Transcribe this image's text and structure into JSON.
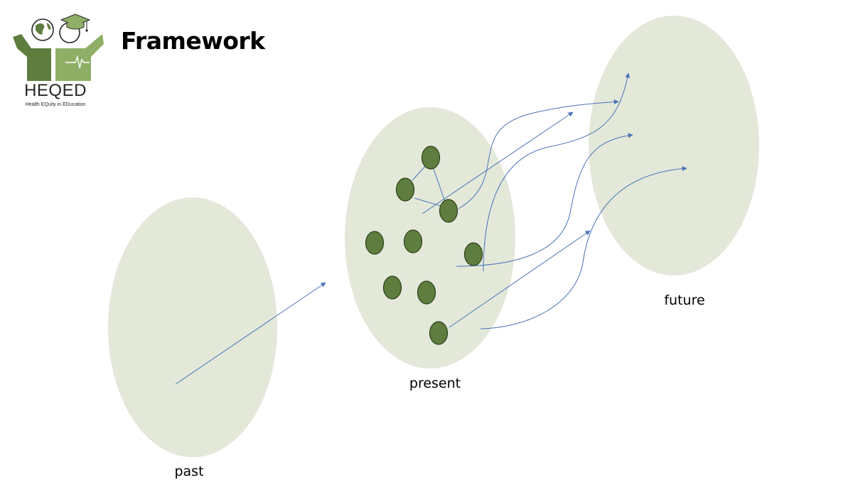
{
  "slide": {
    "title": "Framework"
  },
  "logo": {
    "name": "HEQED",
    "tagline": "Health EQuity in EDucation"
  },
  "diagram": {
    "regions": [
      {
        "id": "past",
        "label": "past"
      },
      {
        "id": "present",
        "label": "present"
      },
      {
        "id": "future",
        "label": "future"
      }
    ],
    "node_count": 9
  },
  "colors": {
    "ellipse_fill": "#e3e8d9",
    "node_fill": "#5e7d3e",
    "node_stroke": "#2d3f1b",
    "arrow": "#4b73b7",
    "logo_dark": "#5e7d3e",
    "logo_light": "#8faf66"
  }
}
